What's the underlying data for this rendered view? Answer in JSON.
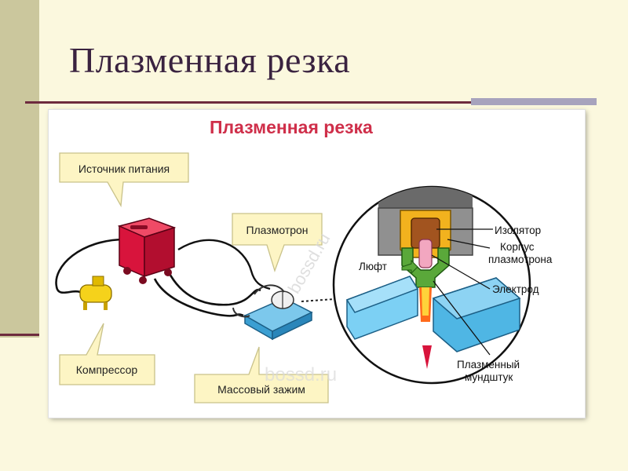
{
  "slide": {
    "title": "Плазменная резка"
  },
  "diagram": {
    "title": "Плазменная резка",
    "labels": {
      "power_source": "Источник питания",
      "plasmatron": "Плазмотрон",
      "compressor": "Компрессор",
      "ground_clamp": "Массовый зажим",
      "insulator": "Изолятор",
      "body_line1": "Корпус",
      "body_line2": "плазмотрона",
      "gap": "Люфт",
      "electrode": "Электрод",
      "nozzle_line1": "Плазменный",
      "nozzle_line2": "мундштук"
    },
    "watermarks": [
      "bossd.ru",
      "bossd.ru"
    ]
  },
  "colors": {
    "callout_fill": "#fdf5c4",
    "title_red": "#cf2f4a",
    "generator": "#d8143c",
    "compressor": "#f5d21b",
    "workpiece": "#4fb6e4",
    "insulator": "#a2541f",
    "nozzle": "#5aa83a"
  }
}
